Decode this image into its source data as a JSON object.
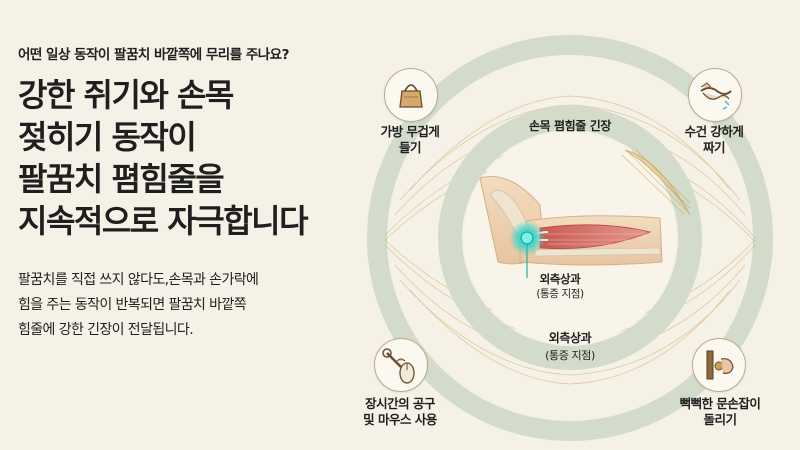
{
  "question": "어떤 일상 동작이 팔꿈치 바깥쪽에 무리를 주나요?",
  "headline": [
    "강한 쥐기와 손목",
    "젖히기 동작이",
    "팔꿈치 폄힘줄을",
    "지속적으로 자극합니다"
  ],
  "body": [
    "팔꿈치를 직접 쓰지 않다도,손목과 손가락에",
    "힘을 주는 동작이 반복되면 팔꿈치 바깥쪽",
    "힘줄에 강한 긴장이 전달됩니다."
  ],
  "activities": {
    "bag": {
      "label": [
        "가방 무겁게",
        "들기"
      ],
      "icon": "bag-icon"
    },
    "towel": {
      "label": [
        "수건 강하게",
        "짜기"
      ],
      "icon": "towel-wringing-icon"
    },
    "tool": {
      "label": [
        "장시간의 공구",
        "및 마우스 사용"
      ],
      "icon": "tool-mouse-icon"
    },
    "door": {
      "label": [
        "뻑뻑한 문손잡이",
        "돌리기"
      ],
      "icon": "door-knob-icon"
    }
  },
  "inner_ring_label": "손목 폄힘줄 긴장",
  "epicondyle_label": "외측상과",
  "epicondyle_sub": "(통증 지점)",
  "ring_bottom_label": "외측상과",
  "ring_bottom_sub": "(통증 지점)",
  "colors": {
    "ring": "#d3dccb",
    "ring_dark": "#c4cfbb",
    "gold": "#c9a24e",
    "muscle": "#d9736a",
    "highlight": "#49d3c8",
    "background": "#f6f1e6"
  }
}
